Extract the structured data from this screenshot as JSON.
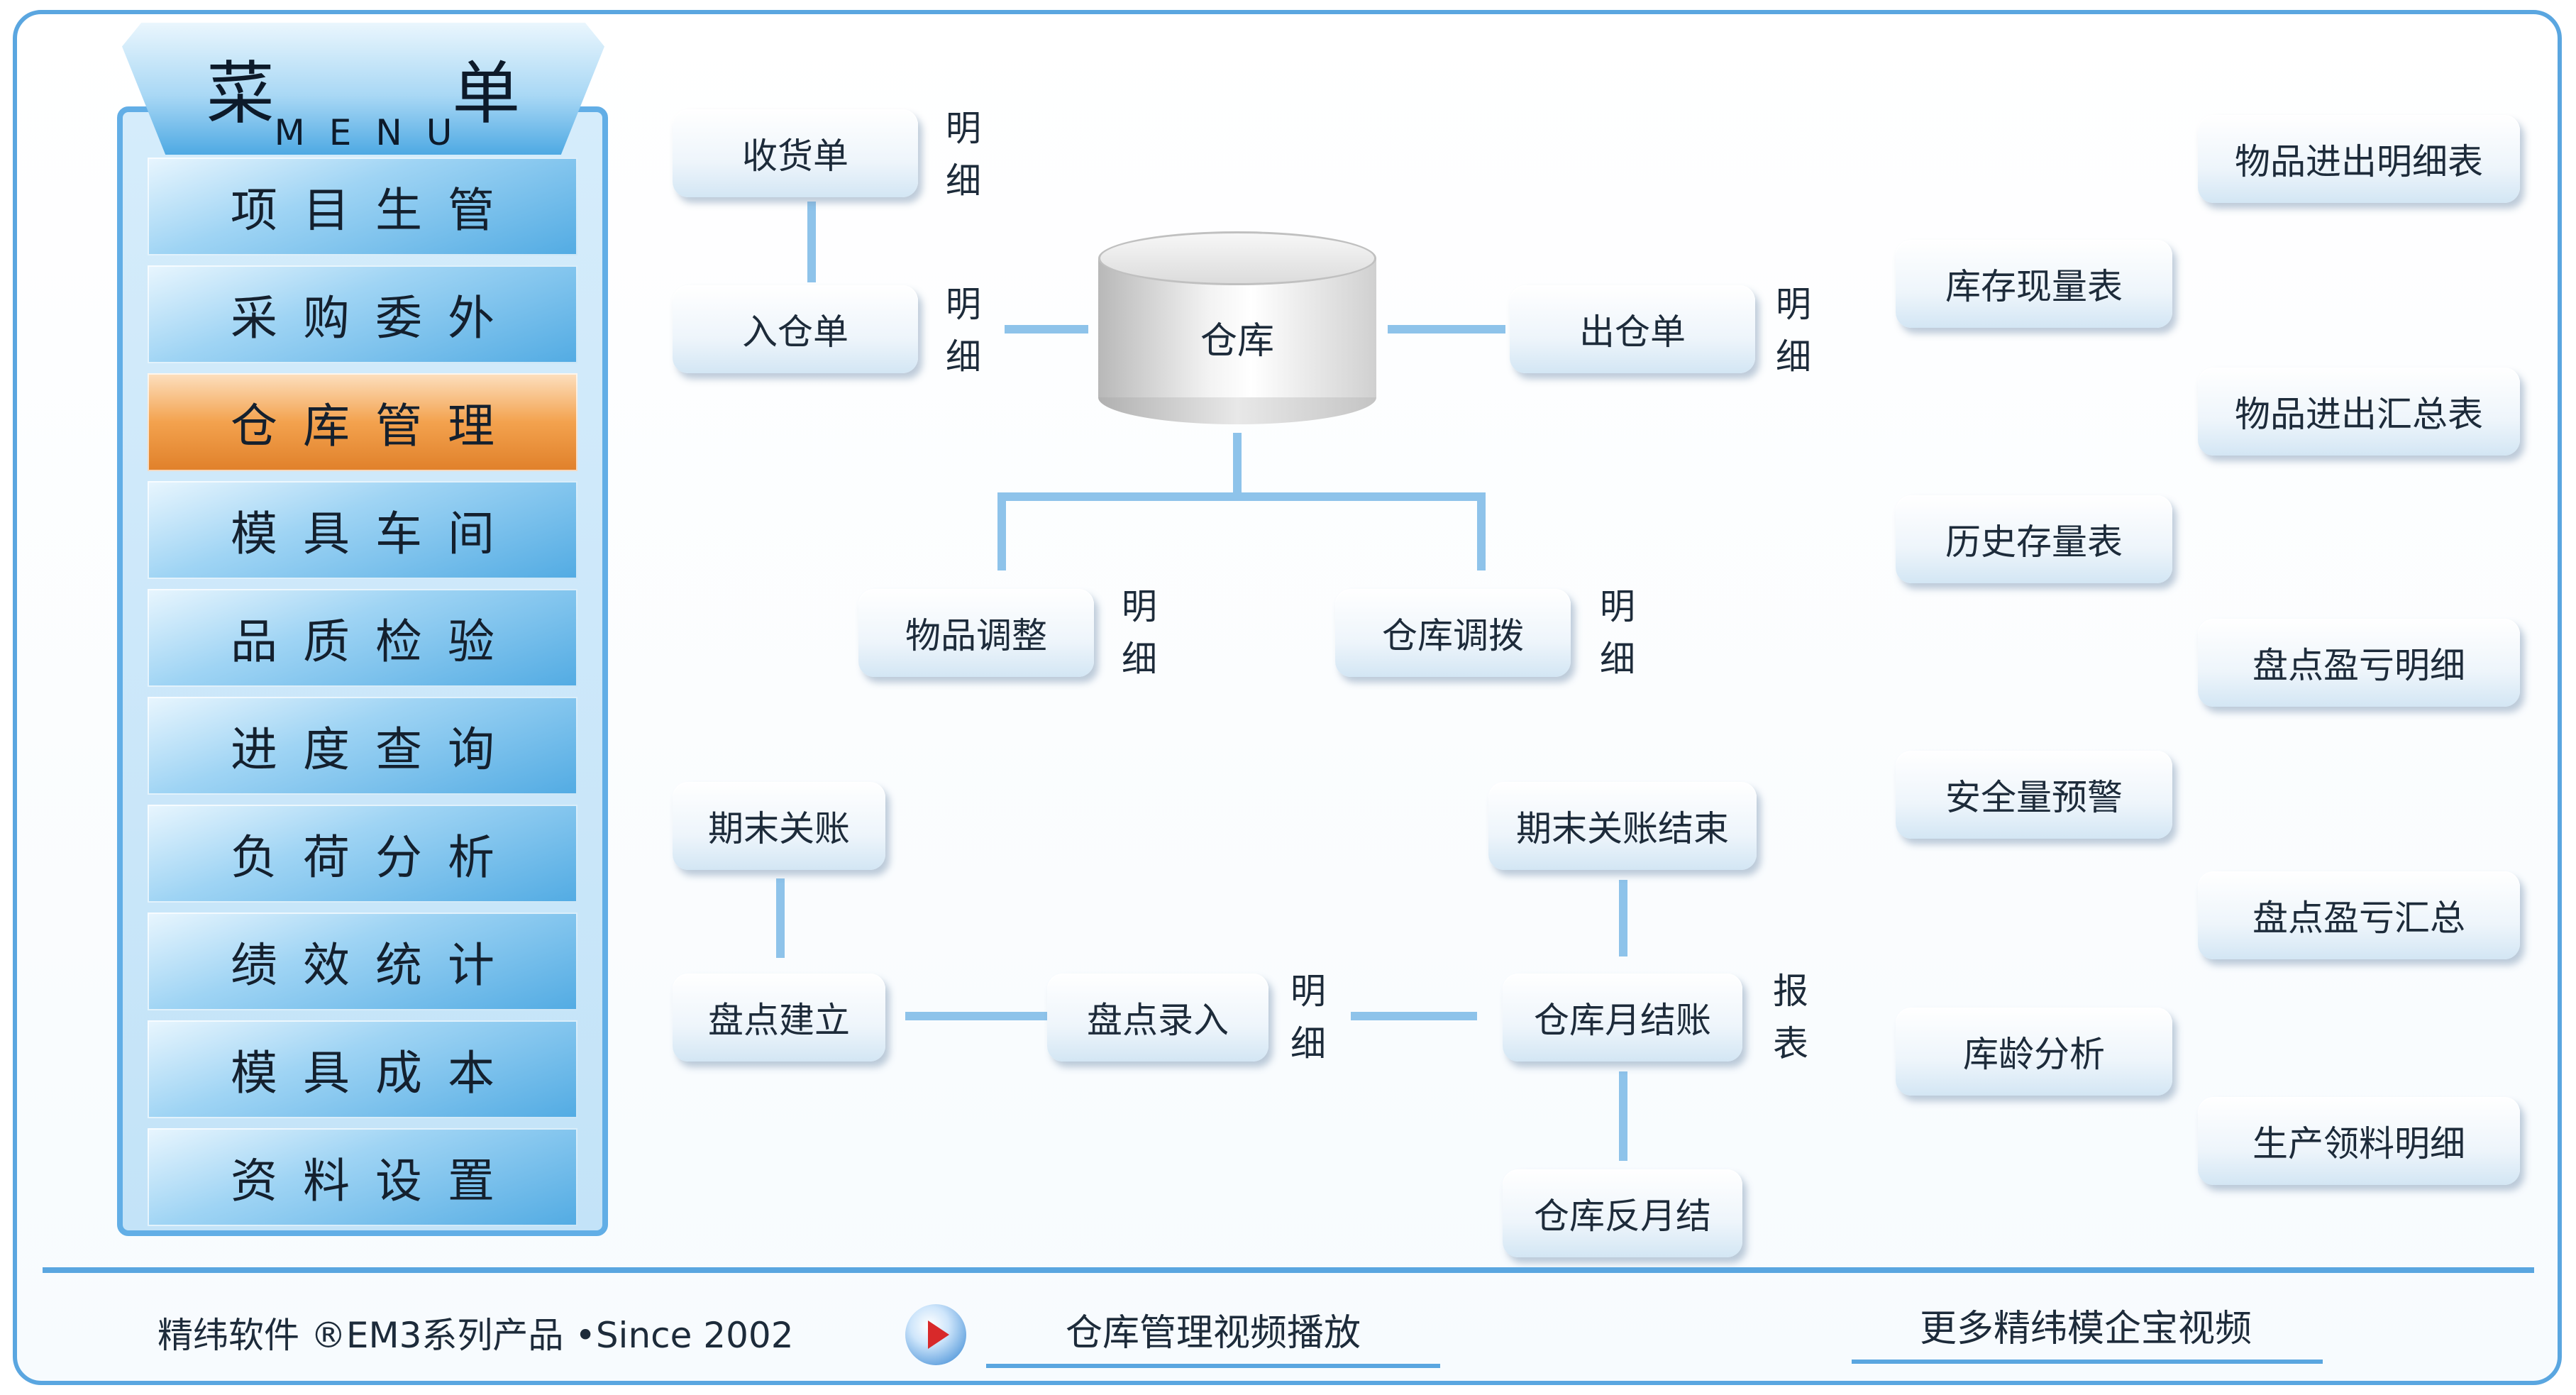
{
  "menu": {
    "title": "菜 单",
    "subtitle": "MENU",
    "items": [
      {
        "label": "项目生管"
      },
      {
        "label": "采购委外"
      },
      {
        "label": "仓库管理",
        "active": true
      },
      {
        "label": "模具车间"
      },
      {
        "label": "品质检验"
      },
      {
        "label": "进度查询"
      },
      {
        "label": "负荷分析"
      },
      {
        "label": "绩效统计"
      },
      {
        "label": "模具成本"
      },
      {
        "label": "资料设置"
      }
    ]
  },
  "flow": {
    "warehouse": "仓库",
    "receipt": "收货单",
    "inbound": "入仓单",
    "outbound": "出仓单",
    "item_adjust": "物品调整",
    "transfer": "仓库调拨",
    "period_close": "期末关账",
    "period_close_end": "期末关账结束",
    "stocktake_create": "盘点建立",
    "stocktake_entry": "盘点录入",
    "month_close": "仓库月结账",
    "month_reverse": "仓库反月结",
    "detail_top": "明",
    "detail_bottom": "细",
    "report_top": "报",
    "report_bottom": "表"
  },
  "reports": {
    "item_io_detail": "物品进出明细表",
    "stock_current": "库存现量表",
    "item_io_summary": "物品进出汇总表",
    "stock_history": "历史存量表",
    "stocktake_diff_detail": "盘点盈亏明细",
    "safety_alert": "安全量预警",
    "stocktake_diff_summary": "盘点盈亏汇总",
    "stock_age": "库龄分析",
    "production_pick_detail": "生产领料明细"
  },
  "footer": {
    "brand": "精纬软件 ®EM3系列产品 •Since 2002",
    "video_link": "仓库管理视频播放",
    "more_videos": "更多精纬模企宝视频"
  },
  "colors": {
    "accent": "#5aa6e0",
    "active_menu": "#f3a24e",
    "play_icon": "#d8292a"
  }
}
